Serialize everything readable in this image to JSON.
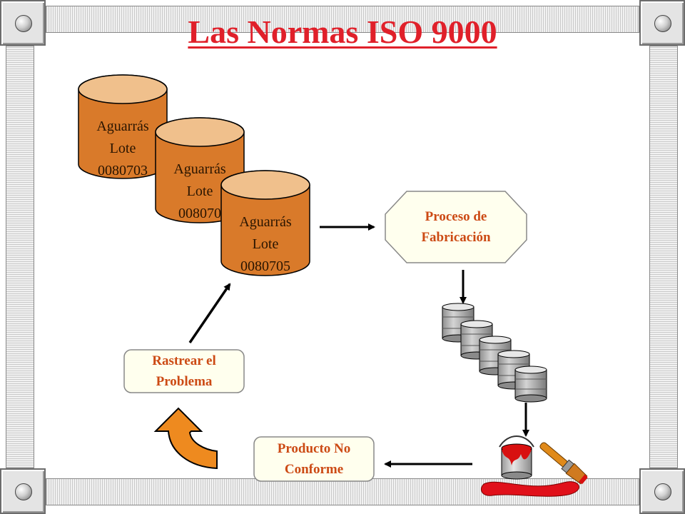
{
  "slide": {
    "title": "Las Normas ISO 9000",
    "colors": {
      "title": "#e0202a",
      "cylinder": "#d97a2a",
      "box_text": "#cc4a14",
      "arrow": "#000000",
      "curved_arrow": "#ee8a1f"
    },
    "batches": [
      {
        "product": "Aguarrás",
        "lot_label": "Lote",
        "lot_number": "0080703"
      },
      {
        "product": "Aguarrás",
        "lot_label": "Lote",
        "lot_number": "008070"
      },
      {
        "product": "Aguarrás",
        "lot_label": "Lote",
        "lot_number": "0080705"
      }
    ],
    "process": {
      "line1": "Proceso de",
      "line2": "Fabricación"
    },
    "trace": {
      "line1": "Rastrear el",
      "line2": "Problema"
    },
    "nonconforming": {
      "line1": "Producto No",
      "line2": "Conforme"
    },
    "icons": [
      "drums-icon",
      "paint-can-icon",
      "paint-brush-icon",
      "curved-arrow-icon"
    ]
  }
}
